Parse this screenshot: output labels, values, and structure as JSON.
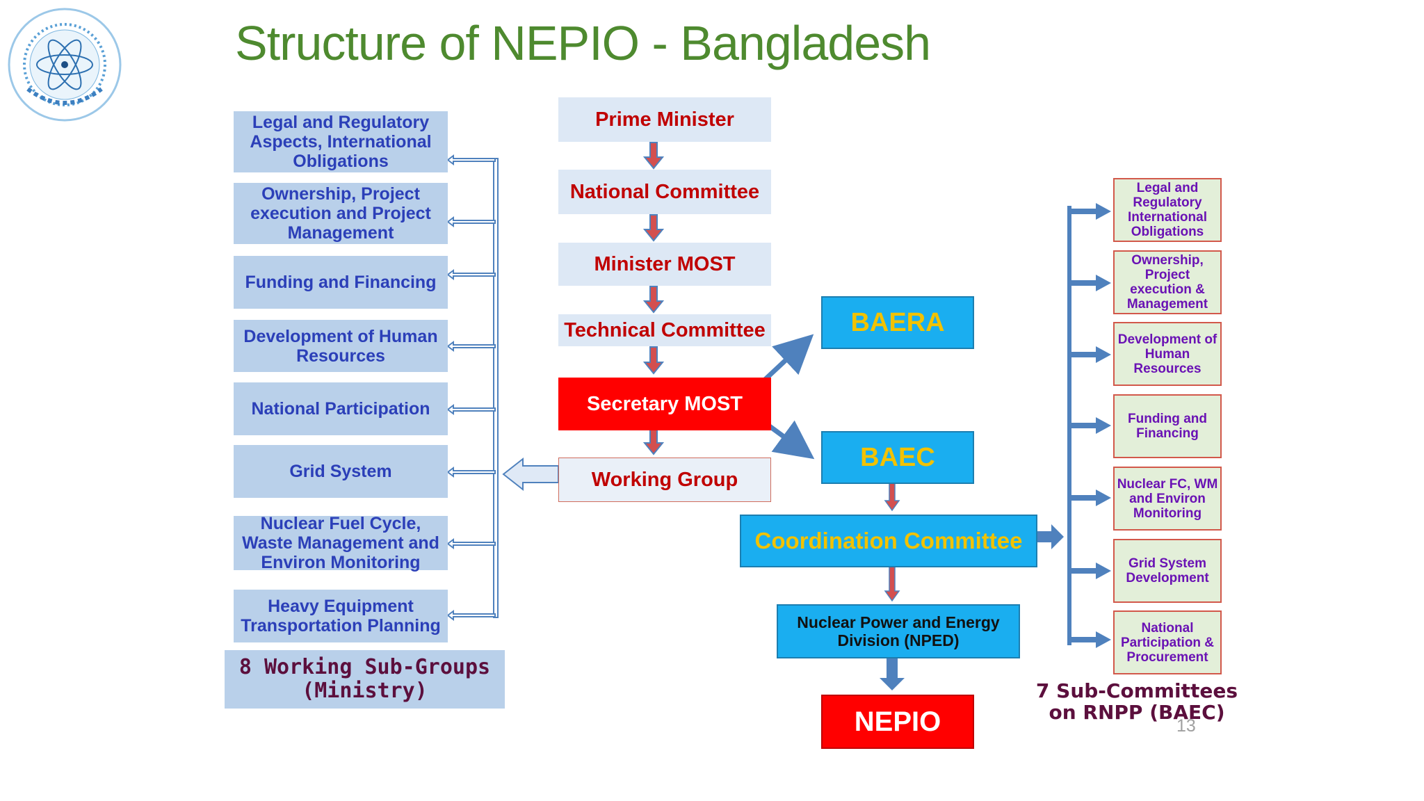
{
  "title": "Structure of NEPIO - Bangladesh",
  "working_subgroups": [
    "Legal and Regulatory Aspects, International Obligations",
    "Ownership, Project execution and Project Management",
    "Funding and Financing",
    "Development of Human Resources",
    "National Participation",
    "Grid System",
    "Nuclear Fuel Cycle, Waste Management and Environ Monitoring",
    "Heavy Equipment Transportation Planning"
  ],
  "working_subgroups_caption": "8 Working Sub-Groups (Ministry)",
  "chain": {
    "prime_minister": "Prime Minister",
    "national_committee": "National Committee",
    "minister_most": "Minister MOST",
    "technical_committee": "Technical Committee",
    "secretary_most": "Secretary MOST",
    "working_group": "Working Group"
  },
  "agencies": {
    "baera": "BAERA",
    "baec": "BAEC",
    "coordination_committee": "Coordination Committee",
    "nped": "Nuclear Power and Energy Division (NPED)",
    "nepio": "NEPIO"
  },
  "sub_committees": [
    "Legal and Regulatory International Obligations",
    "Ownership, Project execution & Management",
    "Development of Human Resources",
    "Funding and Financing",
    "Nuclear FC, WM and Environ Monitoring",
    "Grid System Development",
    "National Participation & Procurement"
  ],
  "sub_committees_caption": "7 Sub-Committees on RNPP (BAEC)",
  "page_number": "13",
  "colors": {
    "title": "#4e8a2f",
    "chain_text": "#c00000",
    "secretary_fill": "#ff0000",
    "agency_fill": "#1aaef0",
    "agency_text": "#f2c200",
    "subgroup_fill": "#b9d0ea",
    "subgroup_text": "#2b3fb8",
    "subcommittee_fill": "#e3efd9",
    "subcommittee_text": "#6a12b4",
    "arrow_fill": "#4f81bd"
  }
}
